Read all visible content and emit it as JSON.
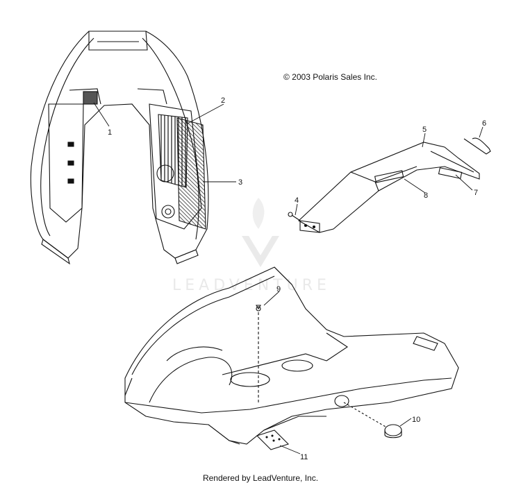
{
  "copyright": "© 2003 Polaris Sales Inc.",
  "footer": "Rendered by LeadVenture, Inc.",
  "watermark": "LEADVENTURE",
  "callouts": [
    "1",
    "2",
    "3",
    "4",
    "5",
    "6",
    "7",
    "8",
    "9",
    "10",
    "11"
  ],
  "colors": {
    "line": "#111111",
    "watermark": "#d8d8d8"
  }
}
